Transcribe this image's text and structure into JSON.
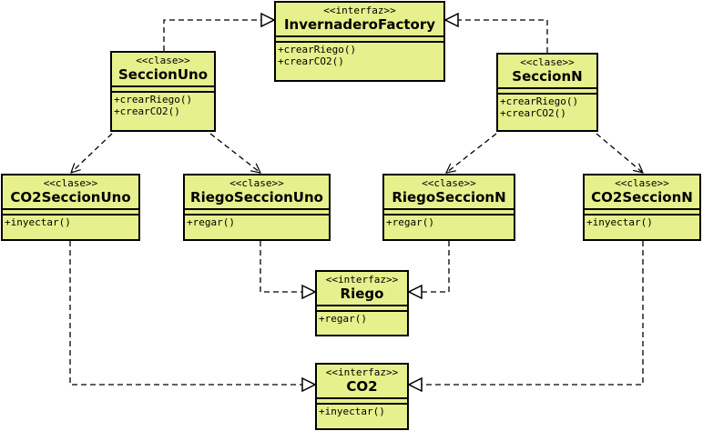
{
  "diagram": {
    "classes": [
      {
        "id": "factory",
        "stereotype": "<<interfaz>>",
        "name": "InvernaderoFactory",
        "operations": [
          "+crearRiego()",
          "+crearCO2()"
        ]
      },
      {
        "id": "seccion-uno",
        "stereotype": "<<clase>>",
        "name": "SeccionUno",
        "operations": [
          "+crearRiego()",
          "+crearCO2()"
        ]
      },
      {
        "id": "seccion-n",
        "stereotype": "<<clase>>",
        "name": "SeccionN",
        "operations": [
          "+crearRiego()",
          "+crearCO2()"
        ]
      },
      {
        "id": "co2-seccion-uno",
        "stereotype": "<<clase>>",
        "name": "CO2SeccionUno",
        "operations": [
          "+inyectar()"
        ]
      },
      {
        "id": "riego-seccion-uno",
        "stereotype": "<<clase>>",
        "name": "RiegoSeccionUno",
        "operations": [
          "+regar()"
        ]
      },
      {
        "id": "riego-seccion-n",
        "stereotype": "<<clase>>",
        "name": "RiegoSeccionN",
        "operations": [
          "+regar()"
        ]
      },
      {
        "id": "co2-seccion-n",
        "stereotype": "<<clase>>",
        "name": "CO2SeccionN",
        "operations": [
          "+inyectar()"
        ]
      },
      {
        "id": "riego",
        "stereotype": "<<interfaz>>",
        "name": "Riego",
        "operations": [
          "+regar()"
        ]
      },
      {
        "id": "co2",
        "stereotype": "<<interfaz>>",
        "name": "CO2",
        "operations": [
          "+inyectar()"
        ]
      }
    ],
    "relations": [
      {
        "from": "seccion-uno",
        "to": "factory",
        "kind": "realization"
      },
      {
        "from": "seccion-n",
        "to": "factory",
        "kind": "realization"
      },
      {
        "from": "seccion-uno",
        "to": "co2-seccion-uno",
        "kind": "dependency"
      },
      {
        "from": "seccion-uno",
        "to": "riego-seccion-uno",
        "kind": "dependency"
      },
      {
        "from": "seccion-n",
        "to": "riego-seccion-n",
        "kind": "dependency"
      },
      {
        "from": "seccion-n",
        "to": "co2-seccion-n",
        "kind": "dependency"
      },
      {
        "from": "riego-seccion-uno",
        "to": "riego",
        "kind": "realization"
      },
      {
        "from": "riego-seccion-n",
        "to": "riego",
        "kind": "realization"
      },
      {
        "from": "co2-seccion-uno",
        "to": "co2",
        "kind": "realization"
      },
      {
        "from": "co2-seccion-n",
        "to": "co2",
        "kind": "realization"
      }
    ]
  }
}
